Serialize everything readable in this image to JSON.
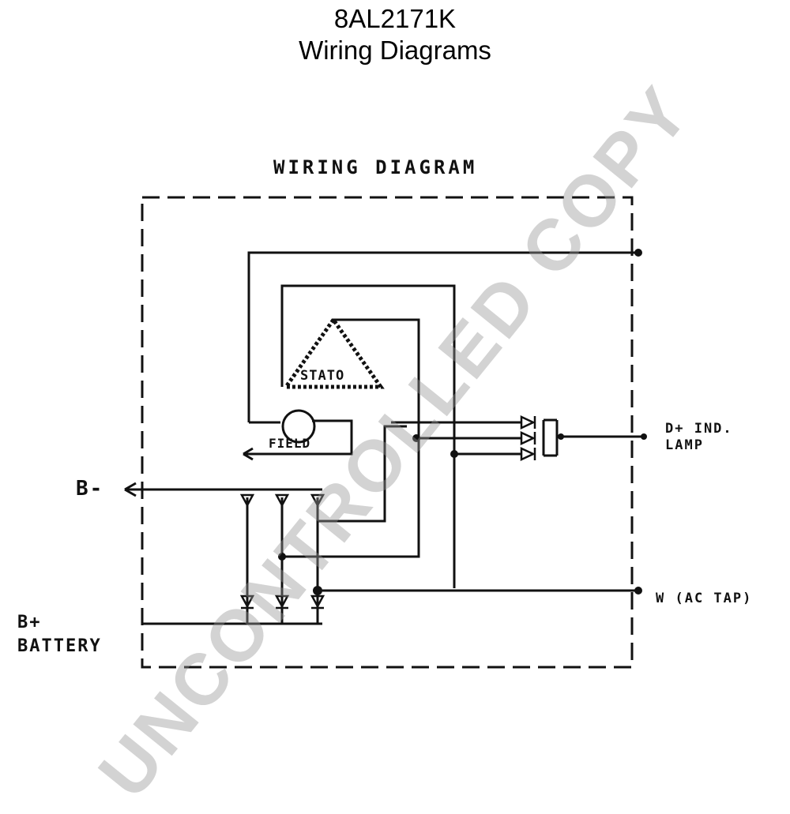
{
  "header": {
    "part_number": "8AL2171K",
    "subtitle": "Wiring Diagrams"
  },
  "diagram": {
    "heading": "WIRING DIAGRAM",
    "stator_label": "STATO",
    "field_label": "FIELD",
    "terminals": {
      "b_minus": "B-",
      "b_plus_line1": "B+",
      "b_plus_line2": "BATTERY",
      "d_plus_line1": "D+ IND.",
      "d_plus_line2": "LAMP",
      "w_tap": "W (AC TAP)"
    }
  },
  "watermark": "UNCONTROLLED COPY",
  "colors": {
    "ink": "#111111",
    "watermark": "#969696"
  }
}
